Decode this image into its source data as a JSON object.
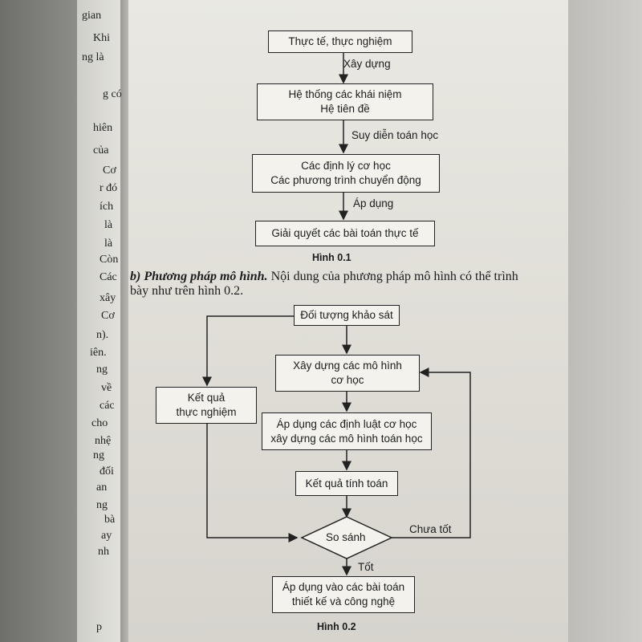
{
  "left_page_fragments": [
    "gian",
    "Khi",
    "ng là",
    "g có",
    "hiên",
    "của",
    "Cơ",
    "r đó",
    "ích",
    "là",
    "là",
    "Còn",
    "Các",
    "xây",
    "Cơ",
    "n).",
    "iên.",
    "ng",
    "về",
    "các",
    "cho",
    "nhệ",
    "ng",
    "đối",
    "an",
    "ng",
    "bà",
    "ay",
    "nh",
    "p"
  ],
  "figure1": {
    "boxes": [
      "Thực tế, thực nghiệm",
      [
        "Hệ thống các khái niệm",
        "Hệ tiên đề"
      ],
      [
        "Các định lý cơ học",
        "Các phương trình chuyển động"
      ],
      "Giải quyết các bài toán thực tế"
    ],
    "arrow_labels": [
      "Xây dựng",
      "Suy diễn toán học",
      "Áp dụng"
    ],
    "caption": "Hình 0.1"
  },
  "paragraph": {
    "marker": "b)",
    "heading": "Phương pháp mô hình.",
    "line1_rest": "Nội dung của phương pháp mô hình có thể trình",
    "line2": "bày như trên hình 0.2."
  },
  "figure2": {
    "box_object": "Đối tượng khảo sát",
    "box_models": [
      "Xây dựng các mô hình",
      "cơ học"
    ],
    "box_experiment": [
      "Kết quả",
      "thực nghiệm"
    ],
    "box_laws": [
      "Áp dụng các định luật cơ học",
      "xây dựng các mô hình toán học"
    ],
    "box_results": "Kết quả tính toán",
    "diamond": "So sánh",
    "label_not_good": "Chưa tốt",
    "label_good": "Tốt",
    "box_apply": [
      "Áp dụng vào các bài toán",
      "thiết kế và công nghệ"
    ],
    "caption": "Hình 0.2"
  }
}
